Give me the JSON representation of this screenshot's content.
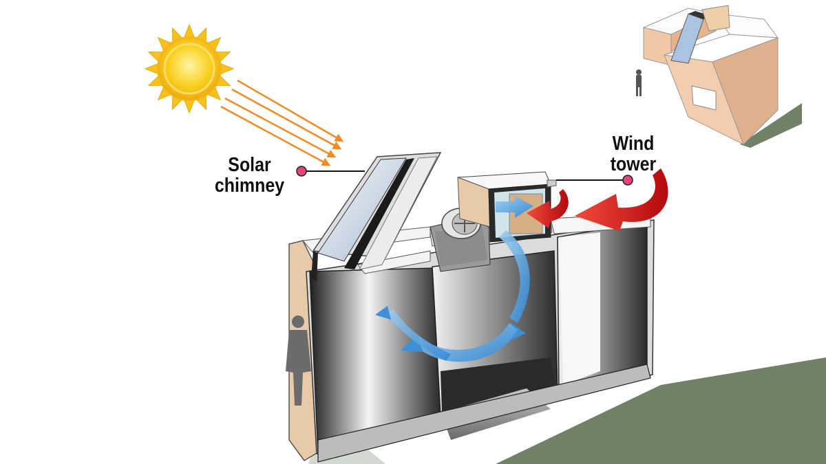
{
  "labels": {
    "solar_chimney": {
      "line1": "Solar",
      "line2": "chimney"
    },
    "wind_tower": {
      "line1": "Wind",
      "line2": "tower"
    }
  },
  "colors": {
    "sun": "#f7c517",
    "sun_rays": "#f08a24",
    "callout_dot": "#e0457b",
    "warm_airflow": "#d8141c",
    "cool_airflow": "#3d8fd6",
    "ground": "#6f8268",
    "wall_tan": "#e8c9a8"
  },
  "icons": {
    "sun": "sun-icon",
    "person": "person-icon",
    "fan": "fan-icon"
  }
}
